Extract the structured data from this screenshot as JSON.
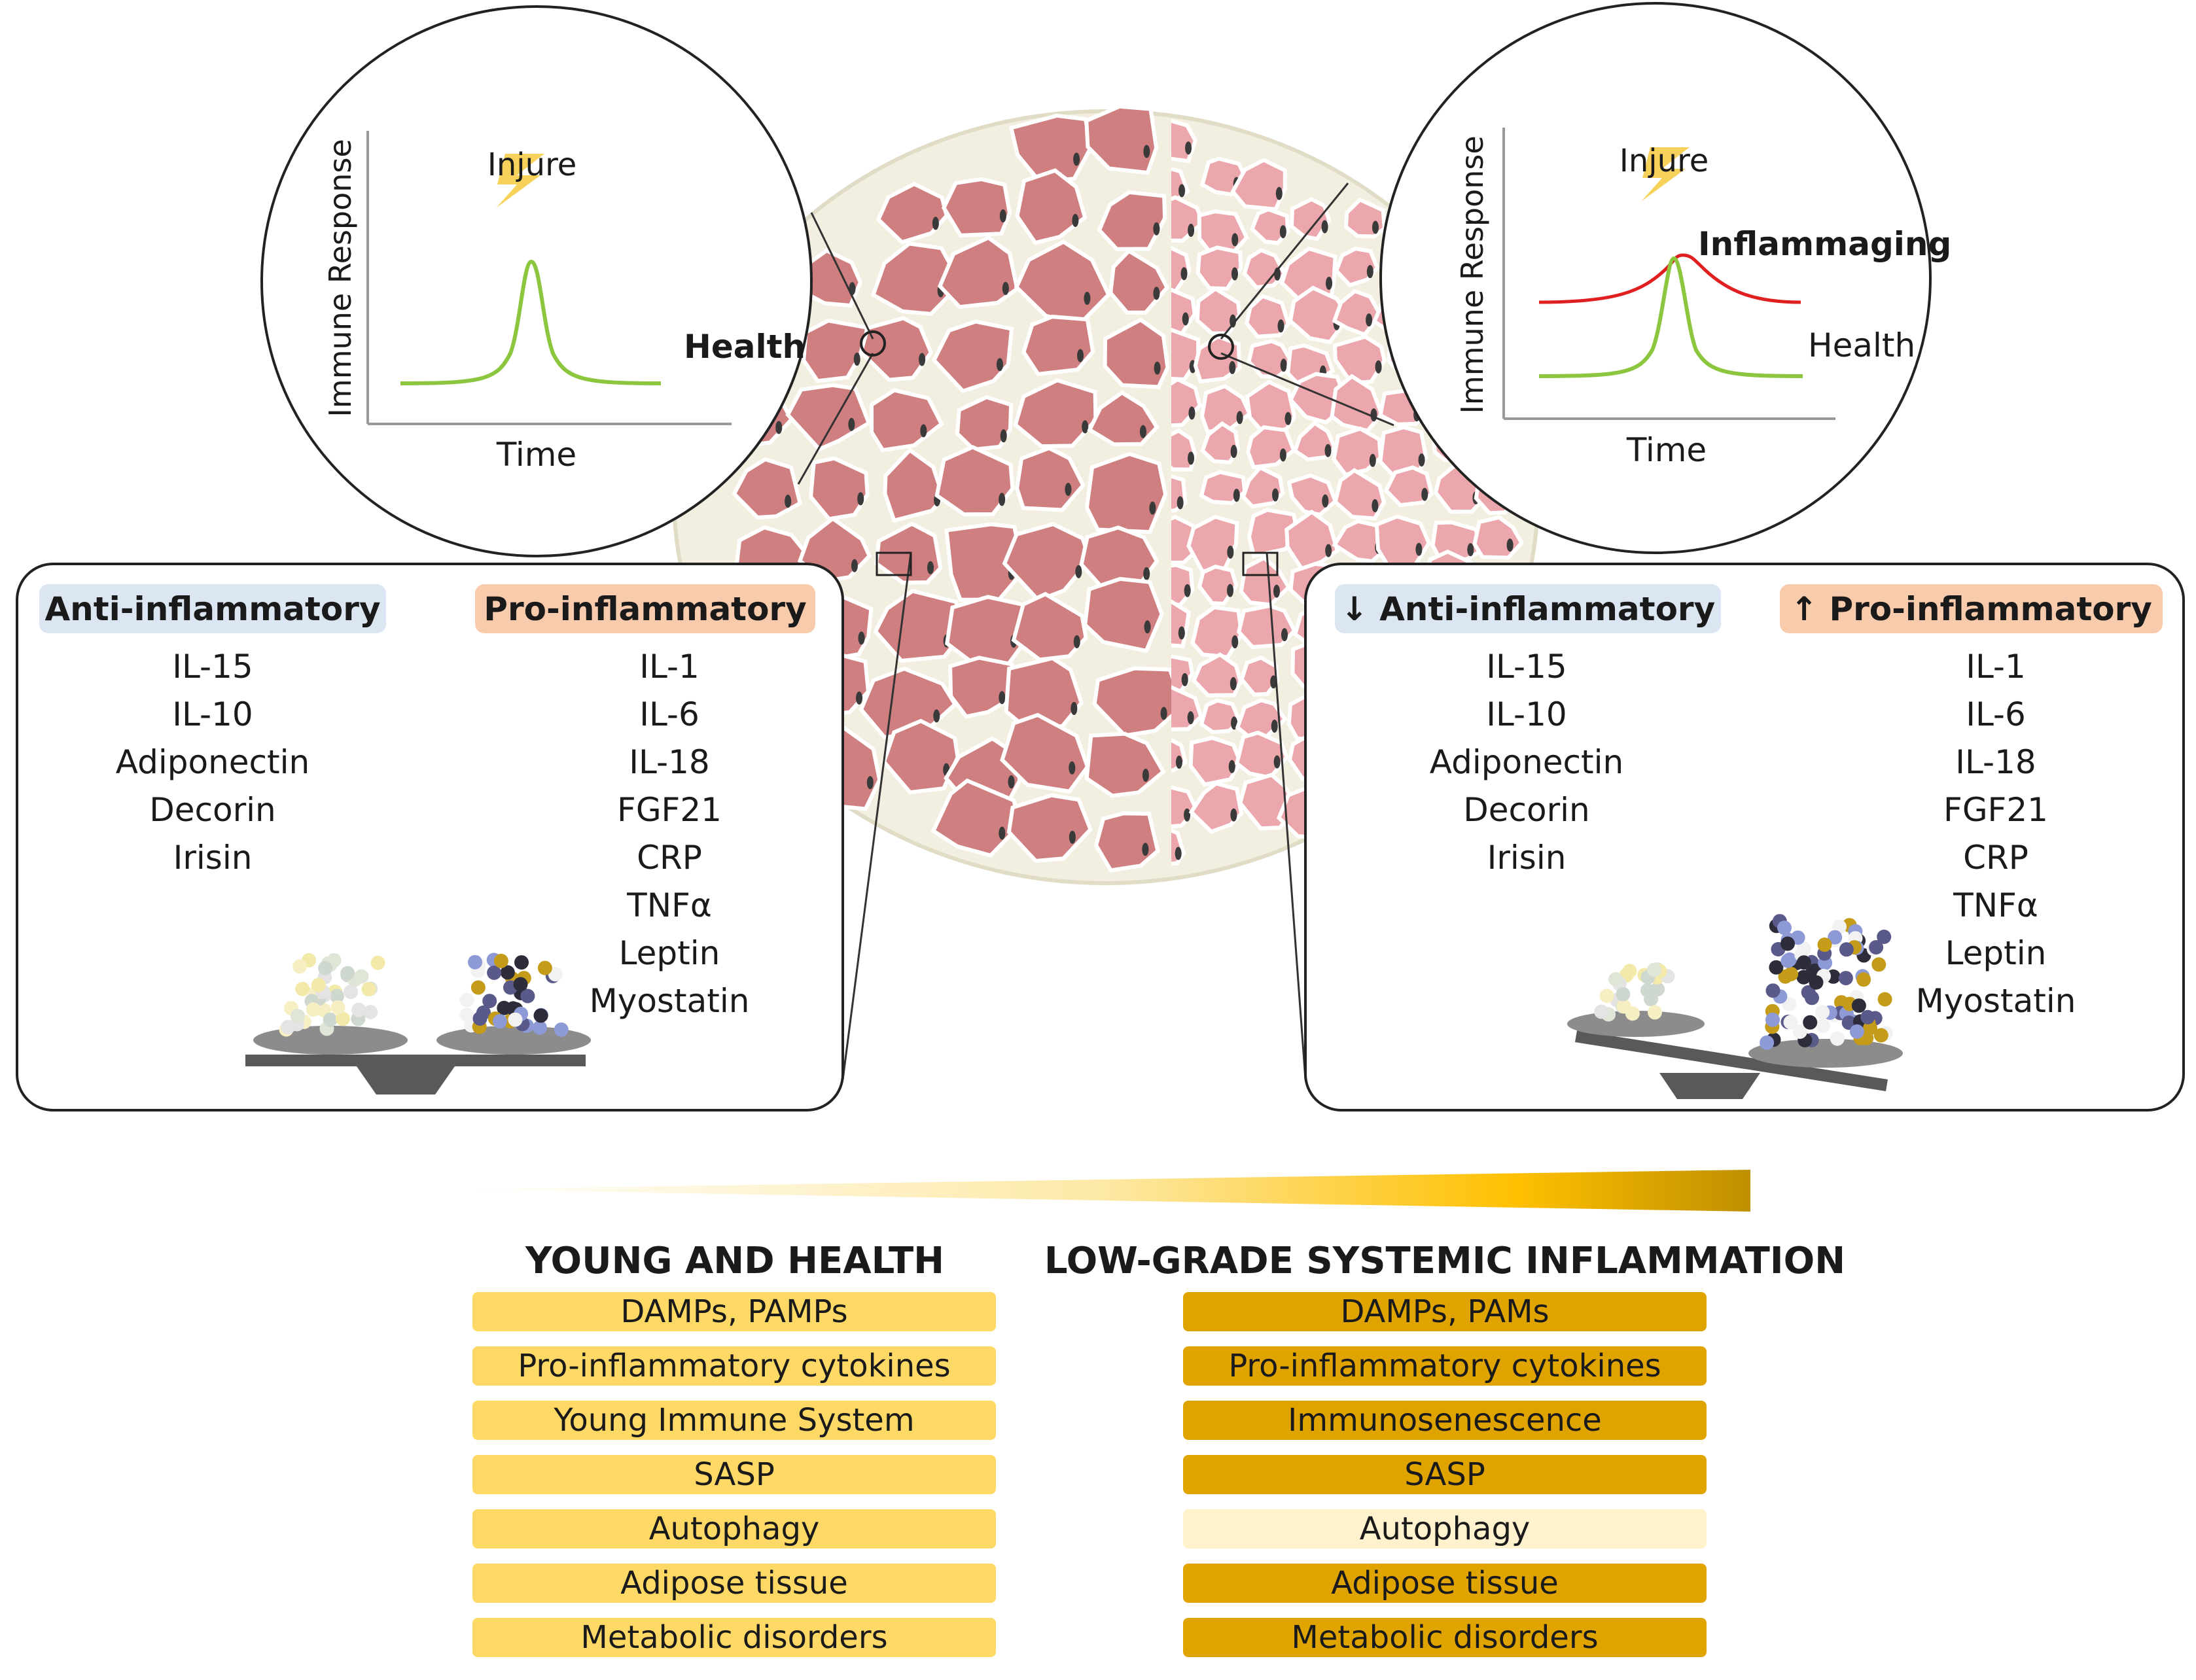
{
  "graph_left": {
    "y_axis": "Immune Response",
    "x_axis": "Time",
    "event": "Injure",
    "curve_label": "Health"
  },
  "graph_right": {
    "y_axis": "Immune Response",
    "x_axis": "Time",
    "event": "Injure",
    "inflammaging_label": "Inflammaging",
    "health_label": "Health"
  },
  "panel_left": {
    "anti_title": "Anti-inflammatory",
    "pro_title": "Pro-inflammatory",
    "anti_items": [
      "IL-15",
      "IL-10",
      "Adiponectin",
      "Decorin",
      "Irisin"
    ],
    "pro_items": [
      "IL-1",
      "IL-6",
      "IL-18",
      "FGF21",
      "CRP",
      "TNFα",
      "Leptin",
      "Myostatin"
    ]
  },
  "panel_right": {
    "anti_title": "↓ Anti-inflammatory",
    "pro_title": "↑ Pro-inflammatory",
    "anti_items": [
      "IL-15",
      "IL-10",
      "Adiponectin",
      "Decorin",
      "Irisin"
    ],
    "pro_items": [
      "IL-1",
      "IL-6",
      "IL-18",
      "FGF21",
      "CRP",
      "TNFα",
      "Leptin",
      "Myostatin"
    ]
  },
  "comparison": {
    "left_title": "YOUNG AND HEALTH",
    "right_title": "LOW-GRADE SYSTEMIC INFLAMMATION",
    "left_rows": [
      "DAMPs, PAMPs",
      "Pro-inflammatory cytokines",
      "Young Immune System",
      "SASP",
      "Autophagy",
      "Adipose tissue",
      "Metabolic disorders"
    ],
    "right_rows": [
      "DAMPs, PAMs",
      "Pro-inflammatory cytokines",
      "Immunosenescence",
      "SASP",
      "Autophagy",
      "Adipose tissue",
      "Metabolic disorders"
    ]
  },
  "colors": {
    "anti_pill": "#dce6f2",
    "pro_pill": "#f8cbad",
    "young_row": "#ffd966",
    "old_row": "#e0a400",
    "old_row_faded": "#fff2cc",
    "healthy_fiber": "#cf7f80",
    "aged_fiber": "#eba7ab",
    "health_curve": "#8cc63f",
    "inflammaging_curve": "#e02020",
    "gradient_end": "#bf8f00"
  }
}
